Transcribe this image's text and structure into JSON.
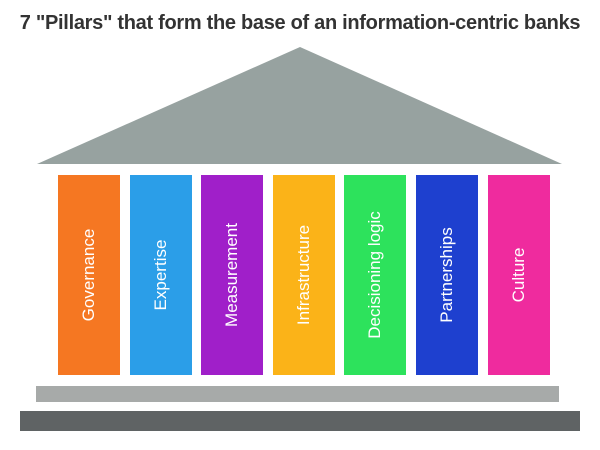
{
  "title": "7 \"Pillars\" that form the base of an information-centric banks",
  "colors": {
    "roof": "#97a2a0",
    "base_upper": "#a7aaa9",
    "base_lower": "#5f6364",
    "label_text": "#ffffff"
  },
  "pillars": [
    {
      "label": "Governance",
      "color": "#f57722"
    },
    {
      "label": "Expertise",
      "color": "#2b9ee8"
    },
    {
      "label": "Measurement",
      "color": "#a01fc9"
    },
    {
      "label": "Infrastructure",
      "color": "#fbb318"
    },
    {
      "label": "Decisioning logic",
      "color": "#2de25c"
    },
    {
      "label": "Partnerships",
      "color": "#1e40cf"
    },
    {
      "label": "Culture",
      "color": "#ef2b9e"
    }
  ]
}
